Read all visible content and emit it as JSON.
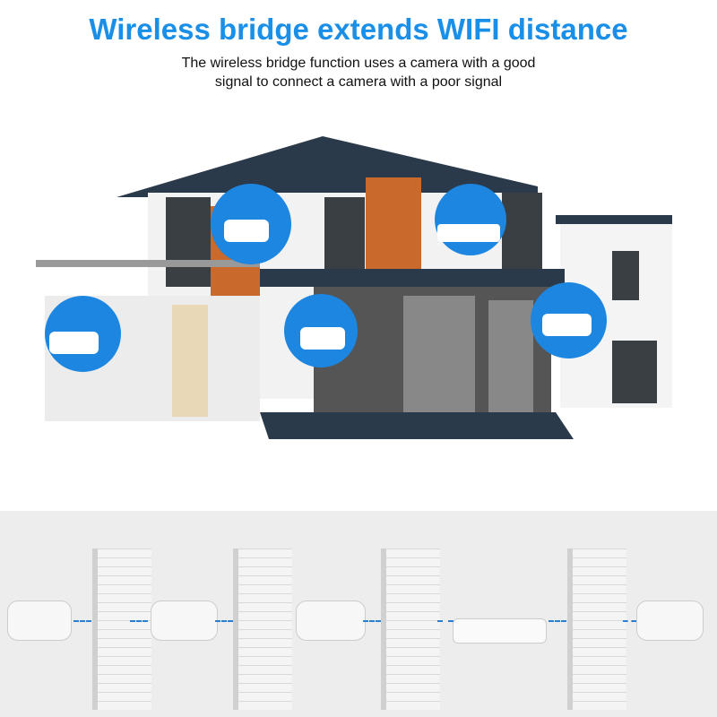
{
  "header": {
    "title": "Wireless bridge extends WIFI distance",
    "subtitle_line1": "The wireless bridge function uses a camera with a good",
    "subtitle_line2": "signal to connect a camera with a poor signal"
  },
  "colors": {
    "accent": "#1a8fe8",
    "circle": "#1c86e0",
    "band": "#ededed"
  },
  "icons": [
    "camera-icon",
    "router-icon",
    "wifi-icon",
    "brick-wall-icon",
    "house-illustration"
  ]
}
